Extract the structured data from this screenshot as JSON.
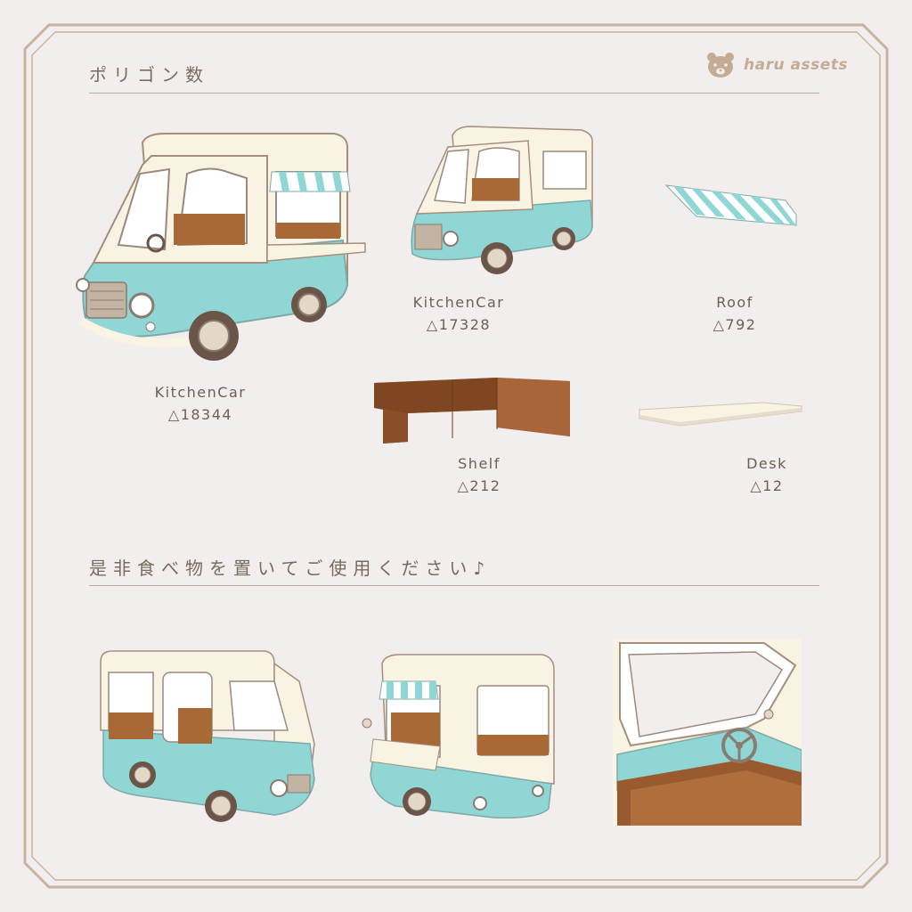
{
  "header": {
    "title": "ポリゴン数"
  },
  "brand": {
    "name": "haru assets",
    "logo_icon": "bear-face-icon"
  },
  "models": [
    {
      "name": "KitchenCar",
      "polys": "△18344"
    },
    {
      "name": "KitchenCar",
      "polys": "△17328"
    },
    {
      "name": "Roof",
      "polys": "△792"
    },
    {
      "name": "Shelf",
      "polys": "△212"
    },
    {
      "name": "Desk",
      "polys": "△12"
    }
  ],
  "section2": {
    "title": "是非食べ物を置いてご使用ください♪"
  },
  "colors": {
    "background": "#f1eeed",
    "frame": "#c7b39f",
    "mint": "#8fd6d4",
    "cream": "#f8f3e3",
    "wood": "#9a5a2f",
    "text": "#6d5f55"
  }
}
